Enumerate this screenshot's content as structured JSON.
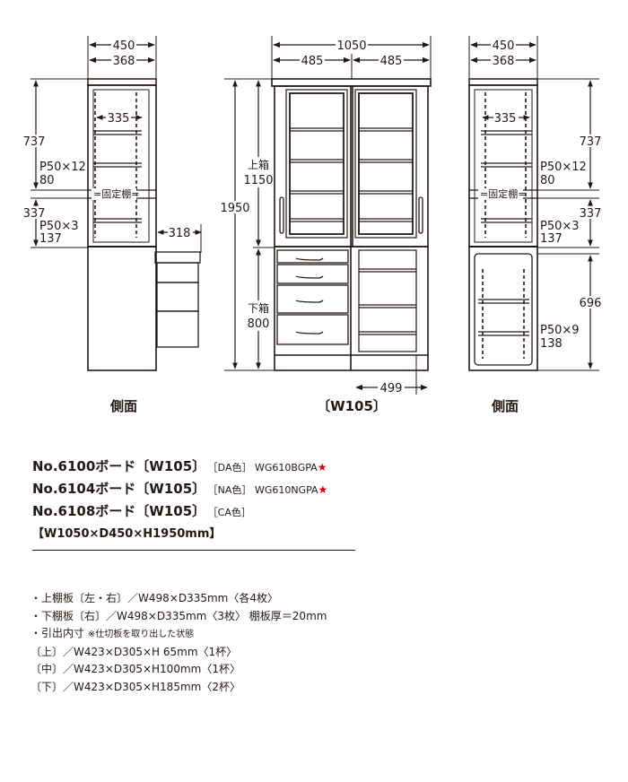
{
  "left_side": {
    "width_outer": "450",
    "width_inner": "368",
    "depth_shelf": "335",
    "upper_height": "737",
    "pitch_upper": "P50×12",
    "pitch_upper_n": "80",
    "fixed_shelf": "=固定棚=",
    "lower_height": "337",
    "pitch_lower": "P50×3",
    "pitch_lower_n": "137",
    "drawer_depth": "318",
    "caption": "側面"
  },
  "front": {
    "width_total": "1050",
    "width_left": "485",
    "width_right": "485",
    "upper_label": "上箱",
    "upper_height": "1150",
    "total_height": "1950",
    "lower_label": "下箱",
    "lower_height": "800",
    "shelf_width": "499",
    "caption": "〔W105〕"
  },
  "right_side": {
    "width_outer": "450",
    "width_inner": "368",
    "depth_shelf": "335",
    "upper_height": "737",
    "pitch_upper": "P50×12",
    "pitch_upper_n": "80",
    "fixed_shelf": "=固定棚=",
    "lower_height": "337",
    "pitch_lower": "P50×3",
    "pitch_lower_n": "137",
    "cabinet_height": "696",
    "pitch_cabinet": "P50×9",
    "pitch_cabinet_n": "138",
    "caption": "側面"
  },
  "products": [
    {
      "name": "No.6100ボード〔W105〕",
      "color": "［DA色］",
      "code": "WG610BGPA",
      "star": "★"
    },
    {
      "name": "No.6104ボード〔W105〕",
      "color": "［NA色］",
      "code": "WG610NGPA",
      "star": "★"
    },
    {
      "name": "No.6108ボード〔W105〕",
      "color": "［CA色］",
      "code": "",
      "star": ""
    }
  ],
  "size": "【W1050×D450×H1950mm】",
  "specs": {
    "line1": "・上棚板〔左・右〕／W498×D335mm〈各4枚〉",
    "line2": "・下棚板〔右〕／W498×D335mm〈3枚〉 棚板厚＝20mm",
    "line3": "・引出内寸",
    "line3_note": "※仕切板を取り出した状態",
    "line4": "〔上〕／W423×D305×H 65mm〈1杯〉",
    "line5": "〔中〕／W423×D305×H100mm〈1杯〉",
    "line6": "〔下〕／W423×D305×H185mm〈2杯〉"
  },
  "colors": {
    "ink": "#231815",
    "star": "#d7000f"
  }
}
